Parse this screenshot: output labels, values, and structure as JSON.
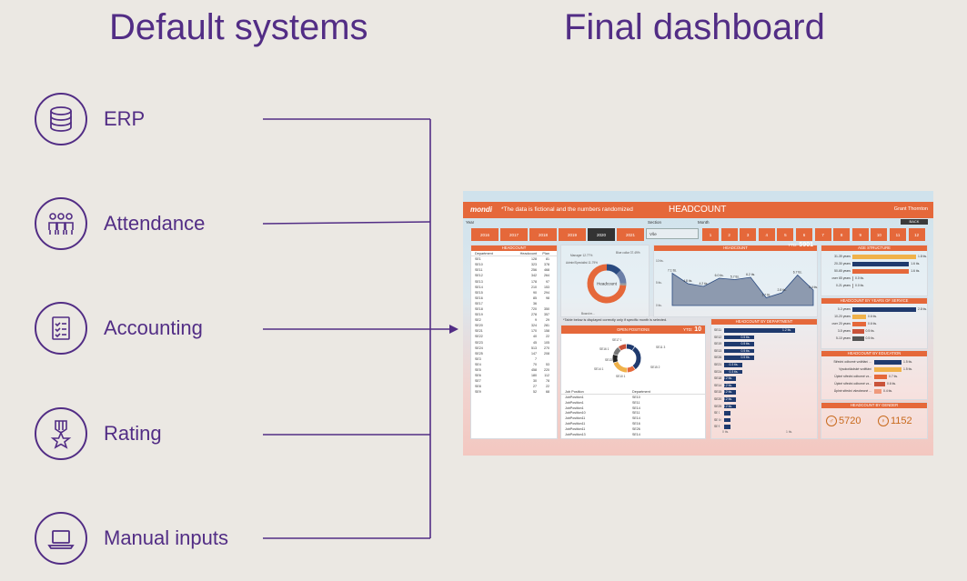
{
  "headings": {
    "left": "Default systems",
    "right": "Final dashboard"
  },
  "sources": [
    {
      "label": "ERP",
      "icon": "database-icon"
    },
    {
      "label": "Attendance",
      "icon": "people-icon"
    },
    {
      "label": "Accounting",
      "icon": "checklist-icon"
    },
    {
      "label": "Rating",
      "icon": "medal-icon"
    },
    {
      "label": "Manual inputs",
      "icon": "laptop-icon"
    }
  ],
  "colors": {
    "accent": "#522d85",
    "dashboard_orange": "#e5683a",
    "navy": "#1f3a6e"
  },
  "dashboard": {
    "brand": "mondi",
    "note": "*The data is fictional and the numbers randomized",
    "title": "HEADCOUNT",
    "partner": "Grant Thornton",
    "back": "BACK",
    "year_label": "Year",
    "section_label": "Section",
    "month_label": "Month",
    "section_value": "Vše",
    "years": [
      "2016",
      "2017",
      "2018",
      "2019",
      "2020",
      "2021"
    ],
    "active_year": "2020",
    "months": [
      "1",
      "2",
      "3",
      "4",
      "5",
      "6",
      "7",
      "8",
      "9",
      "10",
      "11",
      "12"
    ],
    "headcount_table": {
      "title": "HEADCOUNT",
      "columns": [
        "Department",
        "Headcount",
        "Plan"
      ],
      "rows": [
        [
          "SE1",
          "128",
          "81"
        ],
        [
          "SE10",
          "323",
          "378"
        ],
        [
          "SE11",
          "256",
          "468"
        ],
        [
          "SE12",
          "342",
          "264"
        ],
        [
          "SE13",
          "178",
          "97"
        ],
        [
          "SE14",
          "210",
          "153"
        ],
        [
          "SE15",
          "90",
          "294"
        ],
        [
          "SE16",
          "85",
          "98"
        ],
        [
          "SE17",
          "36",
          ""
        ],
        [
          "SE18",
          "720",
          "350"
        ],
        [
          "SE19",
          "278",
          "357"
        ],
        [
          "SE2",
          "9",
          "29"
        ],
        [
          "SE20",
          "324",
          "281"
        ],
        [
          "SE21",
          "170",
          "158"
        ],
        [
          "SE22",
          "40",
          "22"
        ],
        [
          "SE23",
          "45",
          "105"
        ],
        [
          "SE24",
          "513",
          "270"
        ],
        [
          "SE25",
          "147",
          "208"
        ],
        [
          "SE3",
          "7",
          ""
        ],
        [
          "SE4",
          "70",
          "53"
        ],
        [
          "SE5",
          "458",
          "220"
        ],
        [
          "SE6",
          "180",
          "112"
        ],
        [
          "SE7",
          "30",
          "78"
        ],
        [
          "SE8",
          "27",
          "22"
        ],
        [
          "SE9",
          "52",
          "68"
        ]
      ]
    },
    "donut_top": {
      "labels": [
        "Manager 12.77%",
        "Blue collar 37.49%",
        "Admin/Specialist 11.79%",
        "Board m..."
      ],
      "center": "Headcount"
    },
    "headcount_trend": {
      "title": "HEADCOUNT",
      "ytd_label": "YTD:",
      "ytd_value": "5901",
      "y_ticks": [
        "10 tis.",
        "5 tis.",
        "0 tis."
      ],
      "values": [
        7.1,
        4.8,
        4.2,
        6.0,
        5.7,
        6.2,
        1.7,
        2.8,
        6.7,
        3.4
      ],
      "labels": [
        "7.1 tis.",
        "4.8 tis.",
        "4.2 tis.",
        "6.0 tis.",
        "5.7 tis.",
        "6.2 tis.",
        "1.7 tis.",
        "2.8 tis.",
        "6.7 tis.",
        "3.4 tis."
      ]
    },
    "note_month": "*Table below is displayed correctly only if specific month is selected.",
    "open_positions": {
      "title": "OPEN POSITIONS",
      "ytd_label": "YTD:",
      "ytd_value": "10",
      "columns": [
        "Job Position",
        "Department"
      ],
      "rows": [
        [
          "JobPosition1",
          "SE10"
        ],
        [
          "JobPosition1",
          "SE11"
        ],
        [
          "JobPosition1",
          "SE14"
        ],
        [
          "JobPosition10",
          "SE11"
        ],
        [
          "JobPosition11",
          "SE14"
        ],
        [
          "JobPosition11",
          "SE16"
        ],
        [
          "JobPosition11",
          "SE26"
        ],
        [
          "JobPosition13",
          "SE14"
        ]
      ],
      "donut_labels": [
        "SE17 1",
        "SE16 1",
        "SE14 1",
        "SE11 3",
        "SE10 1",
        "SE13 1",
        "SE15 2"
      ]
    },
    "by_department": {
      "title": "HEADCOUNT BY DEPARTMENT",
      "categories": [
        "SE11",
        "SE12",
        "SE19",
        "SE13",
        "SE26",
        "SE21",
        "SE24",
        "SE18",
        "SE14",
        "SE15",
        "SE20",
        "SE25",
        "SE1",
        "SE16",
        "SE5"
      ],
      "values": [
        1.2,
        0.5,
        0.5,
        0.5,
        0.5,
        0.3,
        0.3,
        0.2,
        0.2,
        0.2,
        0.2,
        0.2,
        0.1,
        0.1,
        0.1
      ],
      "labels": [
        "1.2 tis.",
        "0.5 tis.",
        "0.5 tis.",
        "0.5 tis.",
        "0.5 tis.",
        "0.3 tis.",
        "0.3 tis.",
        "0.2 tis.",
        "0.2 tis.",
        "0.2 tis.",
        "0.2 tis.",
        "0.2 tis.",
        "0.1",
        "0.1",
        "0.1"
      ],
      "x_ticks": [
        "0 tis.",
        "1 tis."
      ]
    },
    "age_structure": {
      "title": "AGE STRUCTURE",
      "categories": [
        "31-39 years",
        "20-30 years",
        "50-65 years",
        "over 65 years",
        "0-21 years"
      ],
      "values": [
        1.8,
        1.6,
        1.6,
        0.0,
        0.0
      ],
      "labels": [
        "1.8 tis.",
        "1.6 tis.",
        "1.6 tis.",
        "0.0 tis.",
        "0.0 tis."
      ]
    },
    "years_of_service": {
      "title": "HEADCOUNT BY YEARS OF SERVICE",
      "categories": [
        "0-3 years",
        "10-20 years",
        "over 20 years",
        "3-5 years",
        "5-10 years"
      ],
      "values": [
        2.8,
        0.6,
        0.6,
        0.5,
        0.5
      ],
      "labels": [
        "2.8 tis.",
        "0.6 tis.",
        "0.6 tis.",
        "0.5 tis.",
        "0.5 tis."
      ]
    },
    "education": {
      "title": "HEADCOUNT BY EDUCATION",
      "categories": [
        "Střední odborné vzdělání ...",
        "Vysokoškolské vzdělání",
        "Úplné střední odborné vz...",
        "Úplné střední odborné vz...",
        "Úplné střední všeobecné ..."
      ],
      "values": [
        1.5,
        1.5,
        0.7,
        0.6,
        0.4
      ],
      "labels": [
        "1.5 tis.",
        "1.5 tis.",
        "0.7 tis.",
        "0.6 tis.",
        "0.4 tis."
      ]
    },
    "gender": {
      "title": "HEADCOUNT BY GENDER",
      "male": "5720",
      "female": "1152"
    }
  }
}
